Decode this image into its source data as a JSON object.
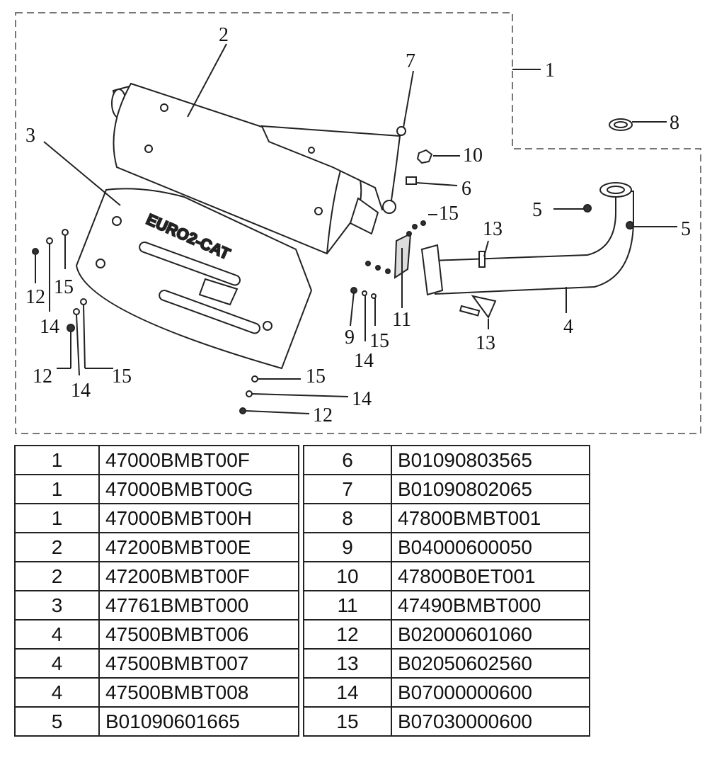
{
  "diagram": {
    "emblem": "EURO2-CAT",
    "callouts": {
      "c1": "1",
      "c2": "2",
      "c3": "3",
      "c4": "4",
      "c5a": "5",
      "c5b": "5",
      "c6": "6",
      "c7": "7",
      "c8": "8",
      "c9": "9",
      "c10": "10",
      "c11": "11",
      "c12a": "12",
      "c12b": "12",
      "c12c": "12",
      "c13a": "13",
      "c13b": "13",
      "c14a": "14",
      "c14b": "14",
      "c14c": "14",
      "c14d": "14",
      "c15a": "15",
      "c15b": "15",
      "c15c": "15",
      "c15d": "15",
      "c15e": "15"
    }
  },
  "parts_table": {
    "left": [
      {
        "ref": "1",
        "code": "47000BMBT00F"
      },
      {
        "ref": "1",
        "code": "47000BMBT00G"
      },
      {
        "ref": "1",
        "code": "47000BMBT00H"
      },
      {
        "ref": "2",
        "code": "47200BMBT00E"
      },
      {
        "ref": "2",
        "code": "47200BMBT00F"
      },
      {
        "ref": "3",
        "code": "47761BMBT000"
      },
      {
        "ref": "4",
        "code": "47500BMBT006"
      },
      {
        "ref": "4",
        "code": "47500BMBT007"
      },
      {
        "ref": "4",
        "code": "47500BMBT008"
      },
      {
        "ref": "5",
        "code": "B01090601665"
      }
    ],
    "right": [
      {
        "ref": "6",
        "code": "B01090803565"
      },
      {
        "ref": "7",
        "code": "B01090802065"
      },
      {
        "ref": "8",
        "code": "47800BMBT001"
      },
      {
        "ref": "9",
        "code": "B04000600050"
      },
      {
        "ref": "10",
        "code": "47800B0ET001"
      },
      {
        "ref": "11",
        "code": "47490BMBT000"
      },
      {
        "ref": "12",
        "code": "B02000601060"
      },
      {
        "ref": "13",
        "code": "B02050602560"
      },
      {
        "ref": "14",
        "code": "B07000000600"
      },
      {
        "ref": "15",
        "code": "B07030000600"
      }
    ]
  }
}
